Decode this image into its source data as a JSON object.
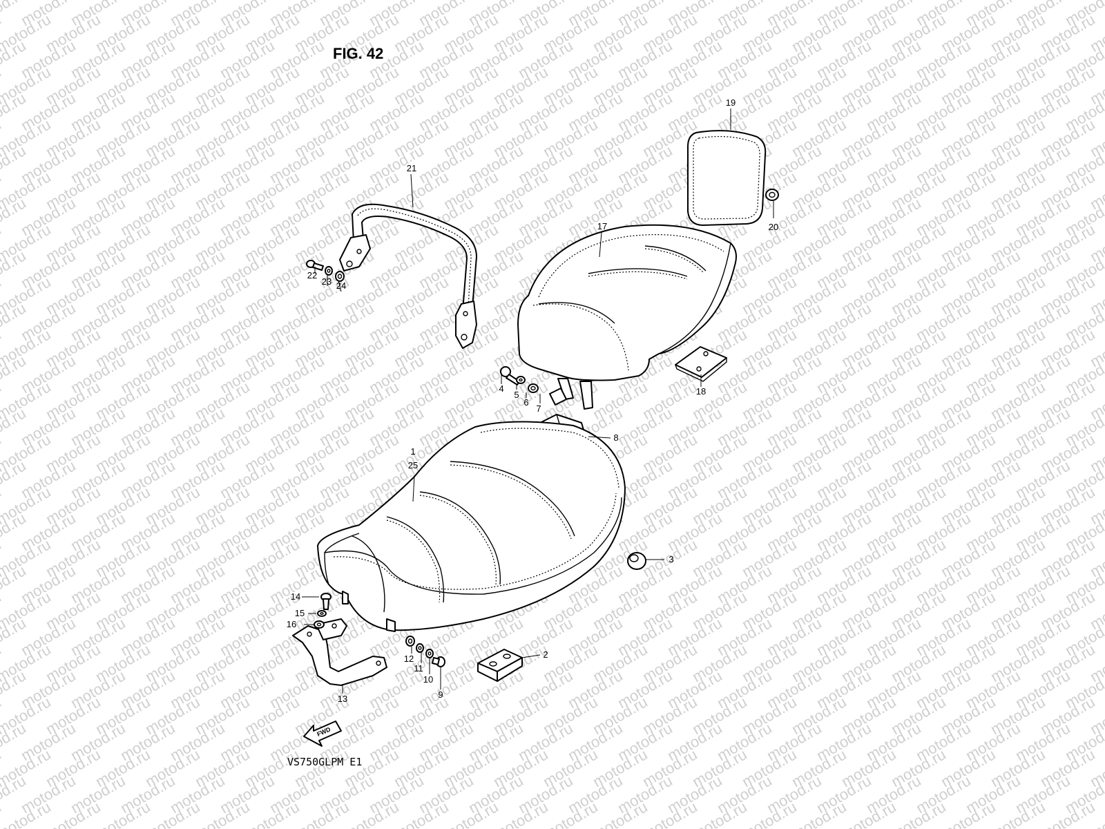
{
  "figure_title": "FIG. 42",
  "model_code": "VS750GLPM E1",
  "watermark_text": "motod.ru",
  "fwd_label": "FWD",
  "callouts": [
    {
      "id": "c1",
      "label": "1"
    },
    {
      "id": "c25",
      "label": "25"
    },
    {
      "id": "c2",
      "label": "2"
    },
    {
      "id": "c3",
      "label": "3"
    },
    {
      "id": "c4",
      "label": "4"
    },
    {
      "id": "c5",
      "label": "5"
    },
    {
      "id": "c6",
      "label": "6"
    },
    {
      "id": "c7",
      "label": "7"
    },
    {
      "id": "c8",
      "label": "8"
    },
    {
      "id": "c9",
      "label": "9"
    },
    {
      "id": "c10",
      "label": "10"
    },
    {
      "id": "c11",
      "label": "11"
    },
    {
      "id": "c12",
      "label": "12"
    },
    {
      "id": "c13",
      "label": "13"
    },
    {
      "id": "c14",
      "label": "14"
    },
    {
      "id": "c15",
      "label": "15"
    },
    {
      "id": "c16",
      "label": "16"
    },
    {
      "id": "c17",
      "label": "17"
    },
    {
      "id": "c18",
      "label": "18"
    },
    {
      "id": "c19",
      "label": "19"
    },
    {
      "id": "c20",
      "label": "20"
    },
    {
      "id": "c21",
      "label": "21"
    },
    {
      "id": "c22",
      "label": "22"
    },
    {
      "id": "c23",
      "label": "23"
    },
    {
      "id": "c24",
      "label": "24"
    }
  ]
}
